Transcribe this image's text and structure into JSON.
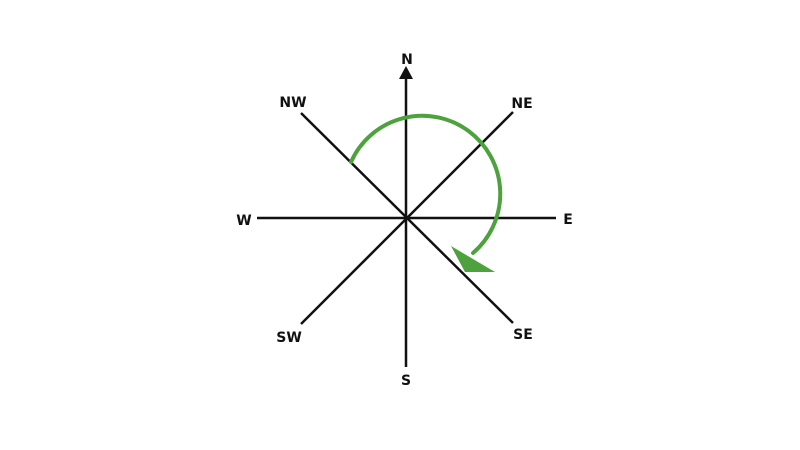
{
  "compass": {
    "directions": {
      "n": "N",
      "ne": "NE",
      "e": "E",
      "se": "SE",
      "s": "S",
      "sw": "SW",
      "w": "W",
      "nw": "NW"
    },
    "arrow_on_axis": "N",
    "rotation_arrow": {
      "from": "NW",
      "to": "SE",
      "direction": "clockwise",
      "color": "#4ea23e"
    },
    "line_color": "#111111",
    "background": "#ffffff"
  }
}
